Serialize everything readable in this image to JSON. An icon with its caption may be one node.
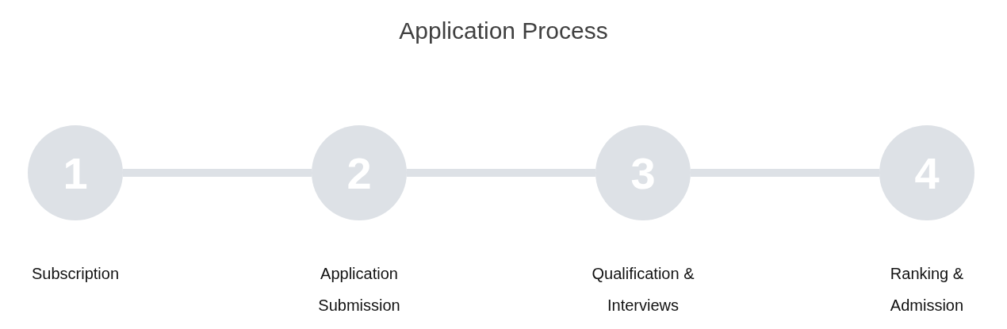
{
  "diagram": {
    "title": "Application Process",
    "nodes": [
      {
        "text": [
          "1"
        ],
        "beside": [
          "Subscription"
        ]
      },
      {
        "text": [
          "2"
        ],
        "beside": [
          "Application Submission"
        ]
      },
      {
        "text": [
          "3"
        ],
        "beside": [
          "Qualification & Interviews"
        ]
      },
      {
        "text": [
          "4"
        ],
        "beside": [
          "Ranking & Admission"
        ]
      }
    ],
    "edges": [
      {
        "from": 0,
        "to": 1,
        "arrow": "none"
      },
      {
        "from": 1,
        "to": 2,
        "arrow": "none"
      },
      {
        "from": 2,
        "to": 3,
        "arrow": "none"
      }
    ]
  }
}
